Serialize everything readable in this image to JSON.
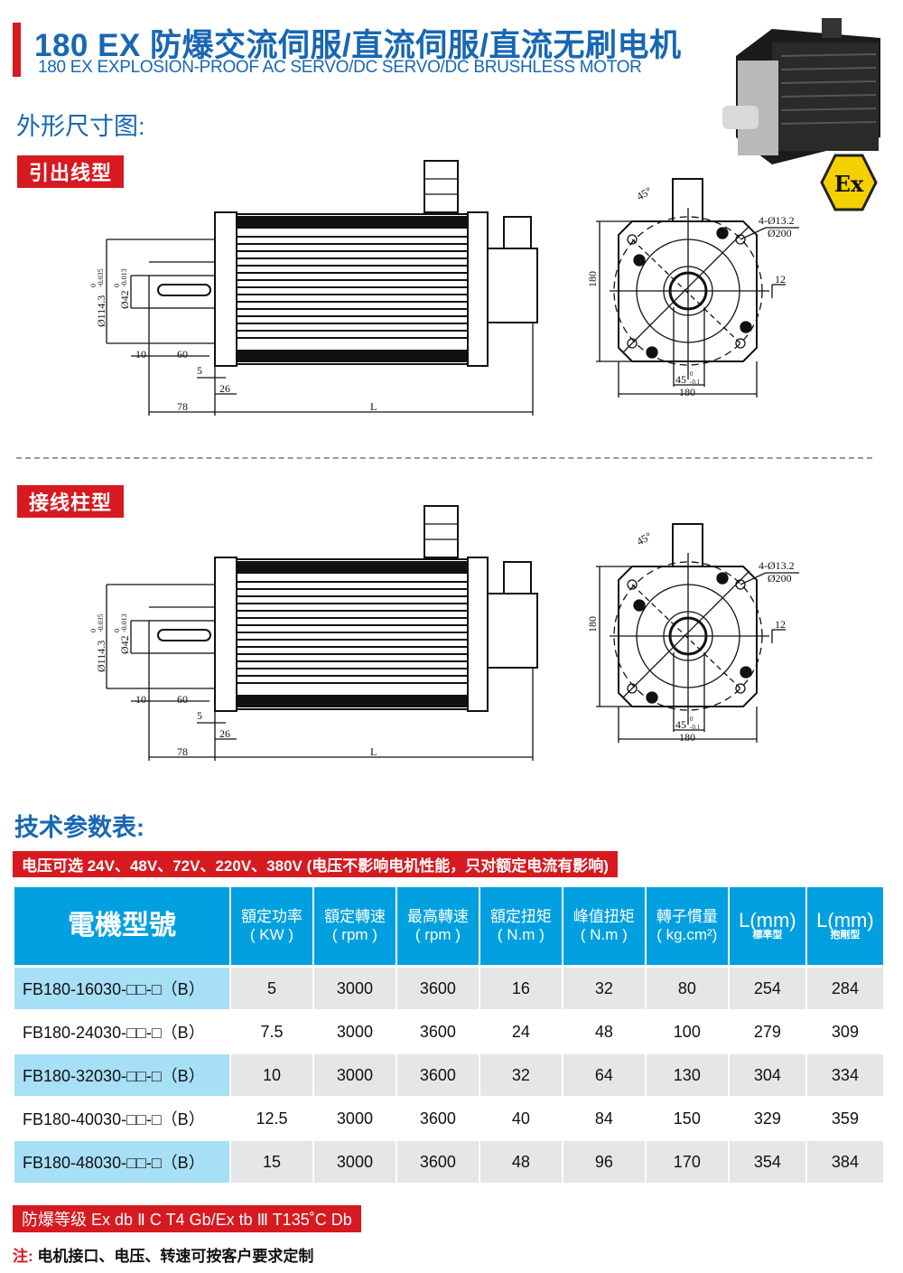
{
  "header": {
    "title_cn": "180 EX 防爆交流伺服/直流伺服/直流无刷电机",
    "title_en": "180 EX EXPLOSION-PROOF AC SERVO/DC SERVO/DC BRUSHLESS MOTOR"
  },
  "dimensions": {
    "heading": "外形尺寸图:",
    "variants": [
      {
        "label": "引出线型"
      },
      {
        "label": "接线柱型"
      }
    ],
    "labels": {
      "flange_dia": "Ø114.3",
      "flange_tol_upper": "0",
      "flange_tol_lower": "-0.035",
      "shaft_dia": "Ø42",
      "shaft_tol_upper": "0",
      "shaft_tol_lower": "-0.013",
      "d10": "10",
      "d60": "60",
      "d5": "5",
      "d26": "26",
      "d78": "78",
      "L": "L",
      "angle": "45°",
      "holes": "4-Ø13.2",
      "pcd": "Ø200",
      "key": "12",
      "height": "180",
      "key_depth": "45",
      "key_tol_upper": "0",
      "key_tol_lower": "-0.1",
      "width": "180"
    }
  },
  "ex_logo": "Ex",
  "specs": {
    "heading": "技术参数表:",
    "voltage_note": "电压可选  24V、48V、72V、220V、380V (电压不影响电机性能，只对额定电流有影响)",
    "columns": [
      {
        "l1": "電機型號",
        "l2": ""
      },
      {
        "l1": "額定功率",
        "l2": "( KW )"
      },
      {
        "l1": "額定轉速",
        "l2": "( rpm )"
      },
      {
        "l1": "最高轉速",
        "l2": "( rpm )"
      },
      {
        "l1": "額定扭矩",
        "l2": "( N.m )"
      },
      {
        "l1": "峰值扭矩",
        "l2": "( N.m )"
      },
      {
        "l1": "轉子慣量",
        "l2": "( kg.cm²)"
      },
      {
        "l1": "L(mm)",
        "l2": "標準型"
      },
      {
        "l1": "L(mm)",
        "l2": "抱剛型"
      }
    ],
    "rows": [
      [
        "FB180-16030-□□-□（B）",
        "5",
        "3000",
        "3600",
        "16",
        "32",
        "80",
        "254",
        "284"
      ],
      [
        "FB180-24030-□□-□（B）",
        "7.5",
        "3000",
        "3600",
        "24",
        "48",
        "100",
        "279",
        "309"
      ],
      [
        "FB180-32030-□□-□（B）",
        "10",
        "3000",
        "3600",
        "32",
        "64",
        "130",
        "304",
        "334"
      ],
      [
        "FB180-40030-□□-□（B）",
        "12.5",
        "3000",
        "3600",
        "40",
        "84",
        "150",
        "329",
        "359"
      ],
      [
        "FB180-48030-□□-□（B）",
        "15",
        "3000",
        "3600",
        "48",
        "96",
        "170",
        "354",
        "384"
      ]
    ]
  },
  "footer": {
    "rating": "防爆等级  Ex db  Ⅱ C T4 Gb/Ex tb  Ⅲ  T135˚C Db",
    "note_label": "注:",
    "note": "电机接口、电压、转速可按客户要求定制"
  },
  "colors": {
    "brand_blue": "#1767b3",
    "accent_red": "#d71920",
    "table_header": "#00a0e0",
    "row_highlight": "#a7dff6"
  }
}
